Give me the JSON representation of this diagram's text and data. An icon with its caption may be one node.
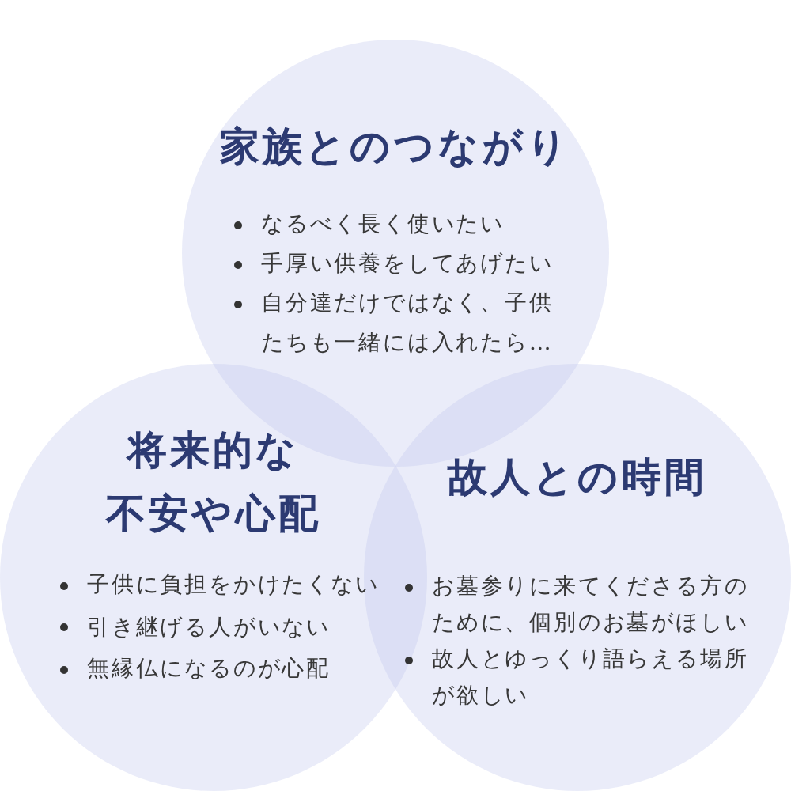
{
  "diagram": {
    "nodes": [
      {
        "text": [
          "家族とのつながり",
          "なるべく長く使いたい",
          "手厚い供養をしてあげたい",
          "自分達だけではなく、子供たちも一緒には入れたら…"
        ]
      },
      {
        "text": [
          "将来的な不安や心配",
          "子供に負担をかけたくない",
          "引き継げる人がいない",
          "無縁仏になるのが心配"
        ]
      },
      {
        "text": [
          "故人との時間",
          "お墓参りに来てくださる方のために、個別のお墓がほしい",
          "故人とゆっくり語らえる場所が欲しい"
        ]
      }
    ]
  }
}
